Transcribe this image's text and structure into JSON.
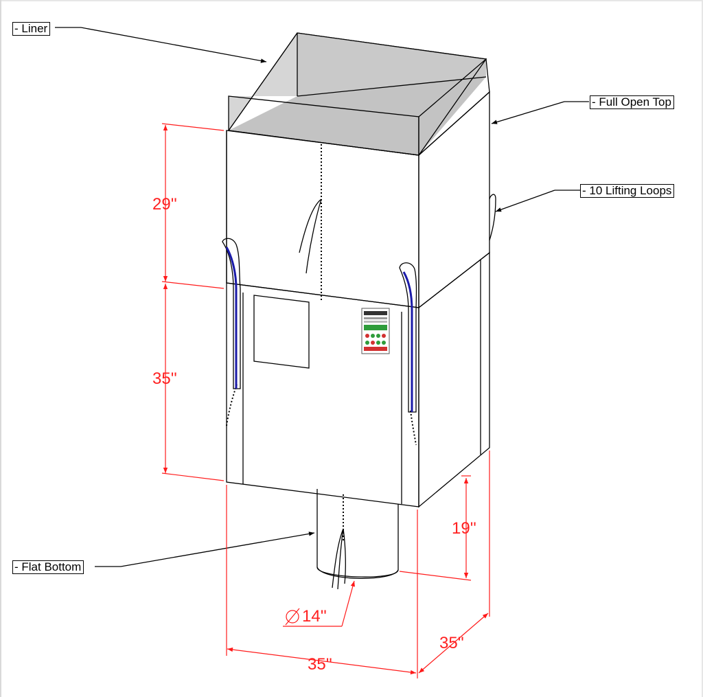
{
  "callouts": {
    "liner": "- Liner",
    "full_open_top": "- Full Open Top",
    "lifting_loops": "- 10 Lifting Loops",
    "flat_bottom": "- Flat Bottom"
  },
  "dimensions": {
    "upper_height": "29''",
    "lower_height": "35''",
    "spout_height": "19''",
    "spout_diameter": "14''",
    "width_front": "35''",
    "width_side": "35''"
  },
  "colors": {
    "dimension": "#ff1a1a",
    "loop_stripe": "#1a1aa8",
    "liner_fill": "#d4d4d4",
    "label_green": "#2e9c3a",
    "label_red": "#d23030"
  }
}
